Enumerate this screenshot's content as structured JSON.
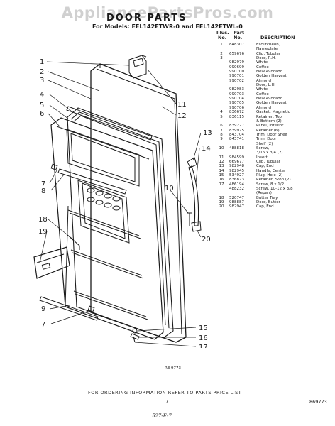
{
  "watermark": "AppliancePartsPros.com",
  "title": "DOOR PARTS",
  "subtitle": "For Models: EEL142ETWR-0 and EEL142ETWL-0",
  "table": {
    "headers": {
      "illus_line1": "Illus.",
      "illus_line2": "No.",
      "part_line1": "Part",
      "part_line2": "No.",
      "description": "DESCRIPTION"
    },
    "rows": [
      {
        "illus": "1",
        "part": "848307",
        "desc": "Escutcheon,"
      },
      {
        "illus": "",
        "part": "",
        "desc": "Nameplate"
      },
      {
        "illus": "2",
        "part": "659676",
        "desc": "Clip, Tubular"
      },
      {
        "illus": "3",
        "part": "",
        "desc": "Door, R.H."
      },
      {
        "illus": "",
        "part": "982979",
        "desc": "White"
      },
      {
        "illus": "",
        "part": "990699",
        "desc": "Coffee"
      },
      {
        "illus": "",
        "part": "990700",
        "desc": "New Avocado"
      },
      {
        "illus": "",
        "part": "990701",
        "desc": "Golden Harvest"
      },
      {
        "illus": "",
        "part": "990702",
        "desc": "Almond"
      },
      {
        "illus": "",
        "part": "",
        "desc": "Door, L.H."
      },
      {
        "illus": "",
        "part": "982983",
        "desc": "White"
      },
      {
        "illus": "",
        "part": "990703",
        "desc": "Coffee"
      },
      {
        "illus": "",
        "part": "990704",
        "desc": "New Avocado"
      },
      {
        "illus": "",
        "part": "990705",
        "desc": "Golden Harvest"
      },
      {
        "illus": "",
        "part": "990706",
        "desc": "Almond"
      },
      {
        "illus": "4",
        "part": "836672",
        "desc": "Gasket, Magnetic"
      },
      {
        "illus": "5",
        "part": "836115",
        "desc": "Retainer, Top"
      },
      {
        "illus": "",
        "part": "",
        "desc": "& Bottom (2)"
      },
      {
        "illus": "6",
        "part": "839227",
        "desc": "Panel, Interior"
      },
      {
        "illus": "7",
        "part": "839975",
        "desc": "Retainer (6)"
      },
      {
        "illus": "8",
        "part": "843704",
        "desc": "Trim, Door Shelf"
      },
      {
        "illus": "9",
        "part": "843741",
        "desc": "Trim, Door"
      },
      {
        "illus": "",
        "part": "",
        "desc": "Shelf (2)"
      },
      {
        "illus": "10",
        "part": "488818",
        "desc": "Screw,"
      },
      {
        "illus": "",
        "part": "",
        "desc": "3/16 x 3/4 (2)"
      },
      {
        "illus": "11",
        "part": "984599",
        "desc": "Insert"
      },
      {
        "illus": "12",
        "part": "669677",
        "desc": "Clip, Tubular"
      },
      {
        "illus": "13",
        "part": "982948",
        "desc": "Cap, End"
      },
      {
        "illus": "14",
        "part": "982945",
        "desc": "Handle, Center"
      },
      {
        "illus": "15",
        "part": "534927",
        "desc": "Plug, Hole (2)"
      },
      {
        "illus": "16",
        "part": "836873",
        "desc": "Retainer, Stop (2)"
      },
      {
        "illus": "17",
        "part": "486194",
        "desc": "Screw, 8 x 1/2"
      },
      {
        "illus": "",
        "part": "488232",
        "desc": "Screw, 10-12 x 3/8"
      },
      {
        "illus": "",
        "part": "",
        "desc": "(Repair)"
      },
      {
        "illus": "18",
        "part": "520747",
        "desc": "Butter Tray"
      },
      {
        "illus": "19",
        "part": "988887",
        "desc": "Door, Butter"
      },
      {
        "illus": "20",
        "part": "982947",
        "desc": "Cap, End"
      }
    ]
  },
  "callouts": {
    "n1": "1",
    "n2": "2",
    "n3": "3",
    "n4": "4",
    "n5": "5",
    "n6": "6",
    "n7a": "7",
    "n8": "8",
    "n18": "18",
    "n19": "19",
    "n9": "9",
    "n7b": "7",
    "n11": "11",
    "n12": "12",
    "n13": "13",
    "n14": "14",
    "n10": "10",
    "n20": "20",
    "n15": "15",
    "n16": "16",
    "n17": "17"
  },
  "footer": {
    "ref": "RE 9773",
    "ordering": "FOR ORDERING INFORMATION REFER TO PARTS PRICE LIST",
    "page": "7",
    "doc_number": "869773",
    "stamp": "527-E-7"
  }
}
